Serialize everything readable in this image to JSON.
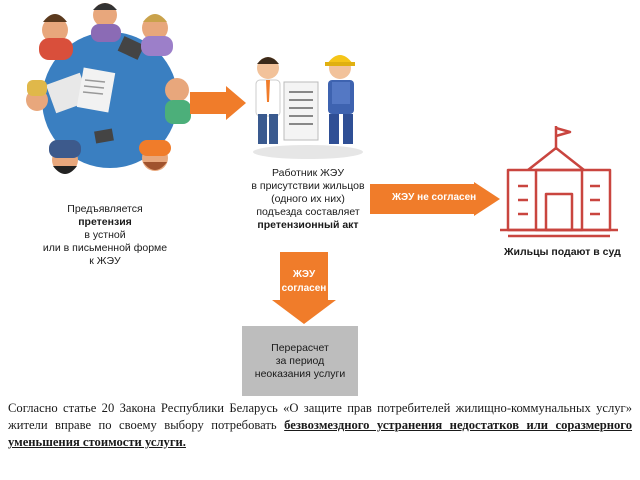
{
  "step1": {
    "line1": "Предъявляется",
    "line2": "претензия",
    "line3": "в устной",
    "line4": "или в письменной форме",
    "line5": "к ЖЭУ"
  },
  "step2": {
    "line1": "Работник ЖЭУ",
    "line2": "в присутствии жильцов",
    "line3": "(одного их них)",
    "line4": "подъезда составляет",
    "line5": "претензионный акт"
  },
  "arrow_disagree": "ЖЭУ не согласен",
  "arrow_agree_1": "ЖЭУ",
  "arrow_agree_2": "согласен",
  "court_label": "Жильцы подают в суд",
  "recalc": {
    "line1": "Перерасчет",
    "line2": "за период",
    "line3": "неоказания услуги"
  },
  "caption": {
    "plain": "Согласно статье 20 Закона Республики Беларусь «О защите прав потребителей жилищно-коммунальных услуг» жители вправе по своему выбору потребовать ",
    "underlined": "безвозмездного устранения недостатков или соразмерного уменьшения стоимости услуги."
  },
  "colors": {
    "orange": "#f07c2a",
    "table": "#3a7fc1",
    "court_red": "#c9453f",
    "grey_box": "#bdbdbd"
  }
}
